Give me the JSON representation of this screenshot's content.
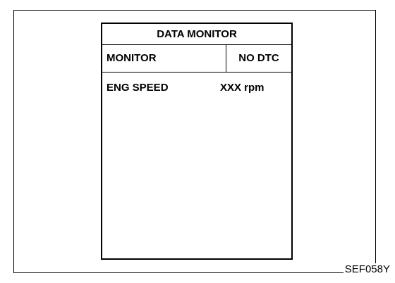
{
  "screen": {
    "title": "DATA MONITOR",
    "header": {
      "left_label": "MONITOR",
      "right_label": "NO DTC"
    },
    "rows": [
      {
        "label": "ENG SPEED",
        "value": "XXX rpm"
      }
    ]
  },
  "figure_code": "SEF058Y"
}
